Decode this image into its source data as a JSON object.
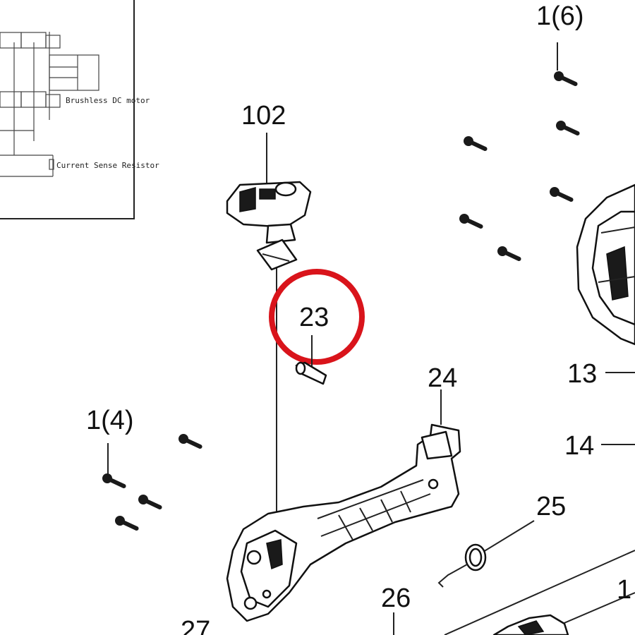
{
  "schematic": {
    "labels": [
      "Brushless DC motor",
      "Current Sense Resistor"
    ]
  },
  "callouts": {
    "screw_top_right": "1(6)",
    "switch": "102",
    "pin": "23",
    "screw_left": "1(4)",
    "spring_catch": "24",
    "housing_right_a": "13",
    "housing_right_b": "14",
    "spring": "25",
    "lower_part": "26",
    "bottom_left": "27",
    "bottom_right": "1"
  },
  "highlight": {
    "target": "23",
    "color": "#d9141b"
  }
}
